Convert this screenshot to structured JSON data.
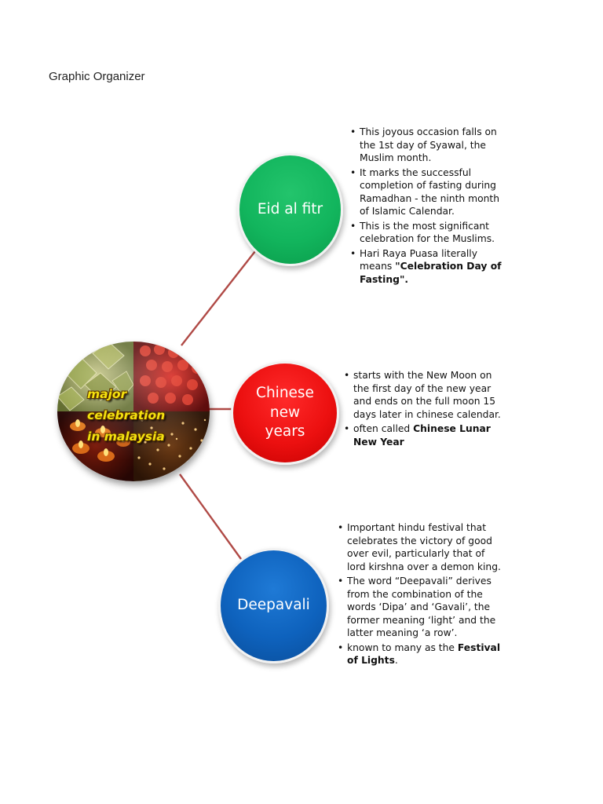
{
  "page": {
    "title": "Graphic Organizer"
  },
  "colors": {
    "eid_circle": "#12b55d",
    "cny_circle": "#ec1010",
    "deepavali_circle": "#0e62bd",
    "connector": "#b04a46",
    "central_label": "#f4e20f"
  },
  "central": {
    "label_lines": [
      "major",
      "celebration",
      "in malaysia"
    ],
    "image": "festival-collage"
  },
  "nodes": [
    {
      "id": "eid",
      "title": "Eid al fitr",
      "bullets": [
        {
          "text": "This joyous occasion falls on the 1st day of Syawal, the Muslim month."
        },
        {
          "text": "It marks the successful completion of fasting during Ramadhan - the ninth month of Islamic Calendar."
        },
        {
          "text": "This is the most significant celebration for the Muslims."
        },
        {
          "text": "Hari Raya Puasa literally means ",
          "bold": "\"Celebration Day of Fasting\".",
          "after": ""
        }
      ]
    },
    {
      "id": "cny",
      "title_lines": [
        "Chinese",
        "new",
        "years"
      ],
      "bullets": [
        {
          "text": "starts with the New Moon on the first day of the new year and ends on the full moon 15 days later in chinese calendar."
        },
        {
          "text": "often called ",
          "bold": "Chinese Lunar New Year",
          "after": ""
        }
      ]
    },
    {
      "id": "deepavali",
      "title": "Deepavali",
      "bullets": [
        {
          "text": "Important hindu festival that celebrates the victory of good over evil, particularly that of lord kirshna over a demon king."
        },
        {
          "text": " The word “Deepavali” derives from the combination of the words ‘Dipa’ and ‘Gavali’, the former meaning ‘light’ and the latter meaning ‘a row’."
        },
        {
          "text": " known to many as the ",
          "bold": "Festival of Lights",
          "after": "."
        }
      ]
    }
  ]
}
